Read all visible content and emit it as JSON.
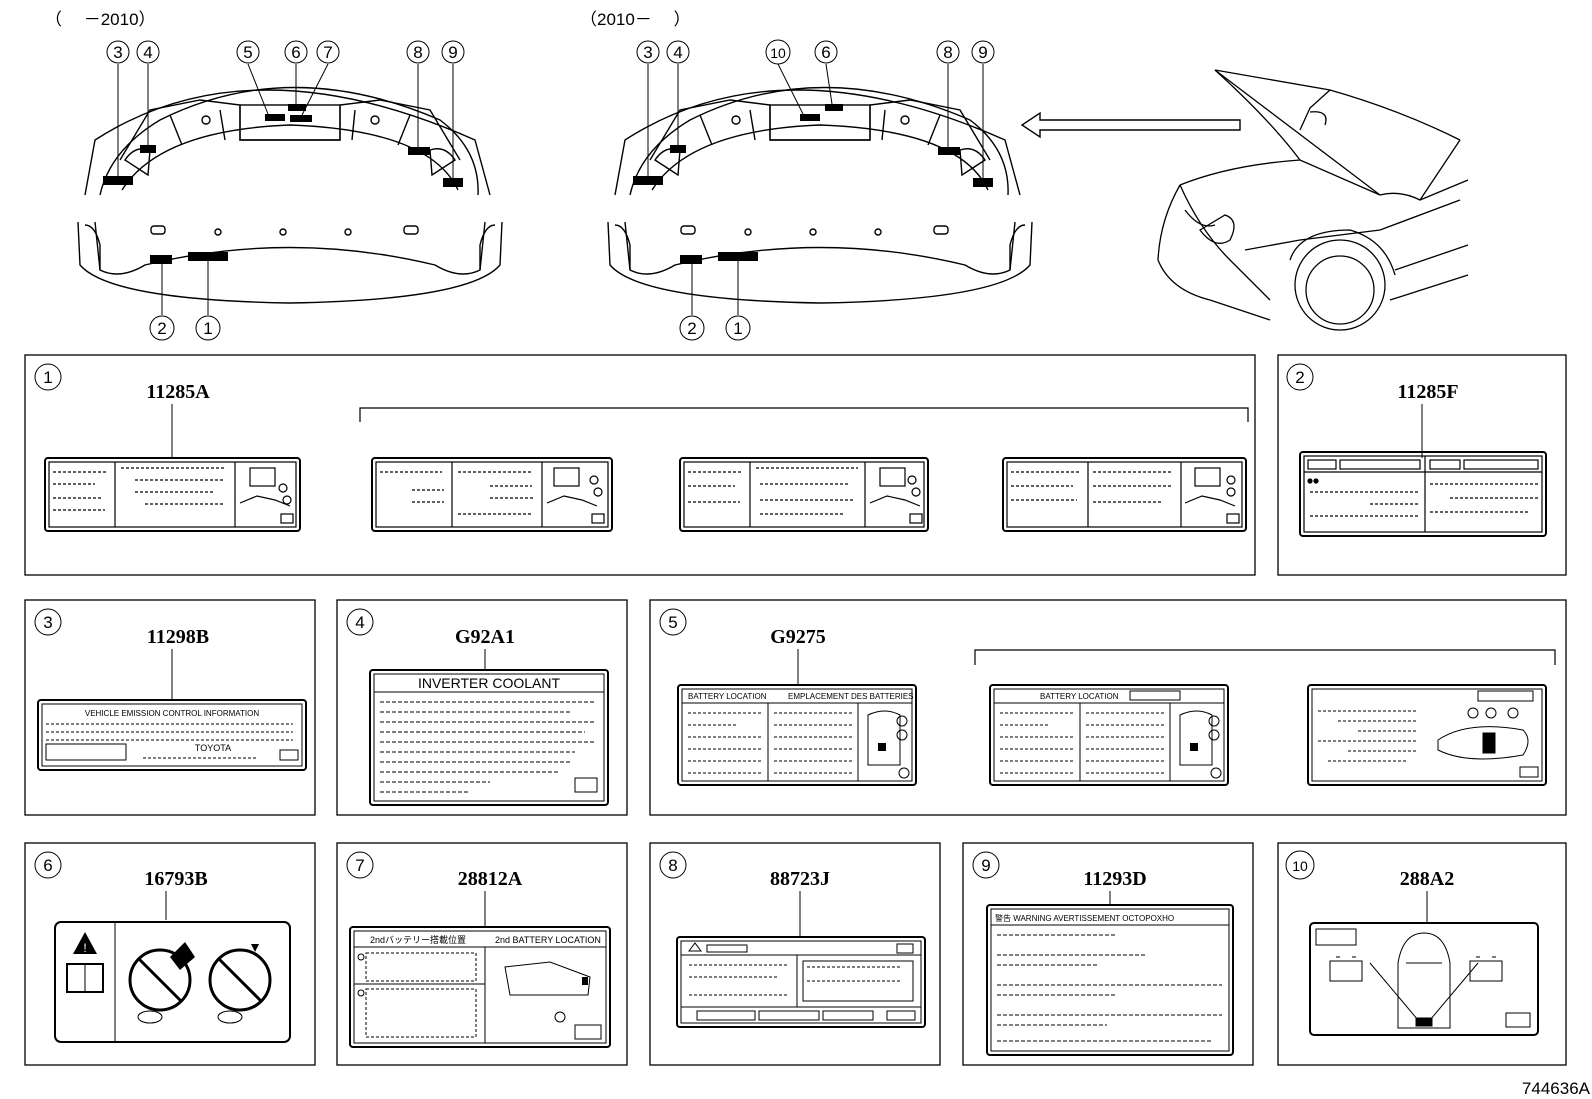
{
  "header": {
    "left_range": "（　 －2010）",
    "right_range": "（2010－　 ）"
  },
  "callouts_left_top": [
    "3",
    "4",
    "5",
    "6",
    "7",
    "8",
    "9"
  ],
  "callouts_right_top": [
    "3",
    "4",
    "10",
    "6",
    "8",
    "9"
  ],
  "callouts_bottom": [
    "2",
    "1"
  ],
  "panels": [
    {
      "num": "1",
      "part": "11285A"
    },
    {
      "num": "2",
      "part": "11285F"
    },
    {
      "num": "3",
      "part": "11298B"
    },
    {
      "num": "4",
      "part": "G92A1"
    },
    {
      "num": "5",
      "part": "G9275"
    },
    {
      "num": "6",
      "part": "16793B"
    },
    {
      "num": "7",
      "part": "28812A"
    },
    {
      "num": "8",
      "part": "88723J"
    },
    {
      "num": "9",
      "part": "11293D"
    },
    {
      "num": "10",
      "part": "288A2"
    }
  ],
  "labels": {
    "emission_title": "VEHICLE EMISSION CONTROL INFORMATION",
    "emission_brand": "TOYOTA",
    "inverter_title": "INVERTER COOLANT",
    "battery_loc_en": "BATTERY LOCATION",
    "battery_loc_fr": "EMPLACEMENT DES BATTERIES",
    "battery_loc_short": "BATTERY LOCATION",
    "second_battery_jp": "2ndバッテリー搭載位置",
    "second_battery_en": "2nd BATTERY LOCATION",
    "warning_header": "警告 WARNING AVERTISSEMENT OCTOPOXHO"
  },
  "figure_id": "744636A",
  "colors": {
    "line": "#000000",
    "background": "#ffffff"
  }
}
